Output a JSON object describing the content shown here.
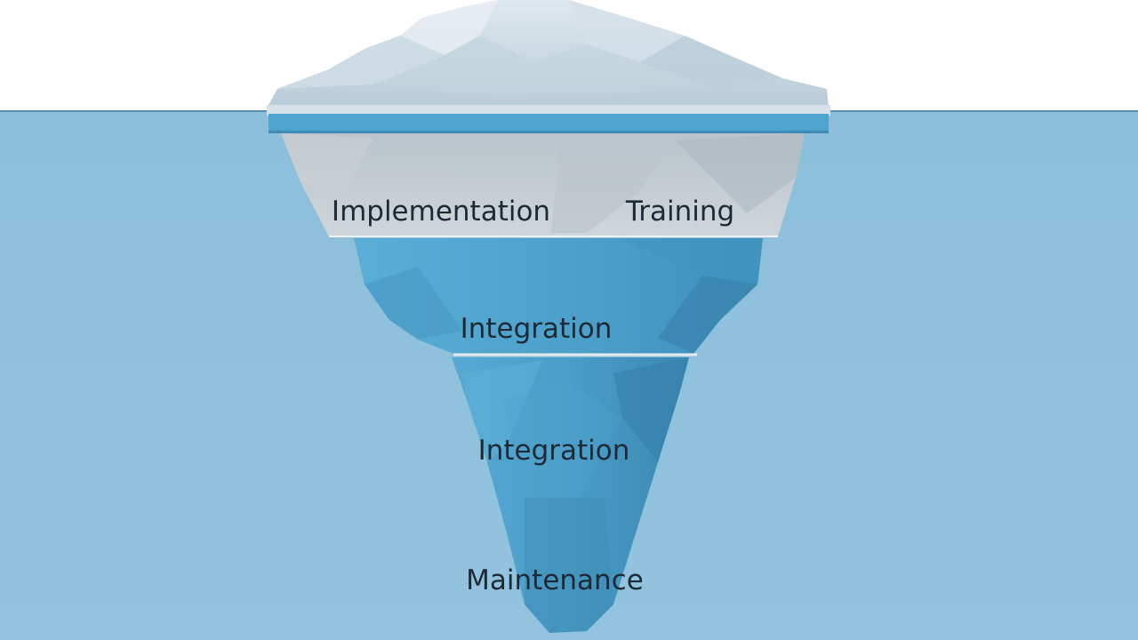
{
  "diagram": {
    "type": "iceberg",
    "labels": {
      "layer1_left": "Implementation",
      "layer1_right": "Training",
      "layer2": "Integration",
      "layer3_upper": "Integration",
      "layer3_lower": "Maintenance"
    },
    "colors": {
      "sky": "#ffffff",
      "water": "#8fc0dc",
      "waterline": "#5b8fb0",
      "ice_top": "#c9d9e3",
      "ice_band": "#4fa3cf",
      "ice_gray": "#c3cbd0",
      "ice_blue": "#4b9cc4",
      "ice_tip": "#3f8fb8",
      "text": "#1d2a36"
    }
  }
}
